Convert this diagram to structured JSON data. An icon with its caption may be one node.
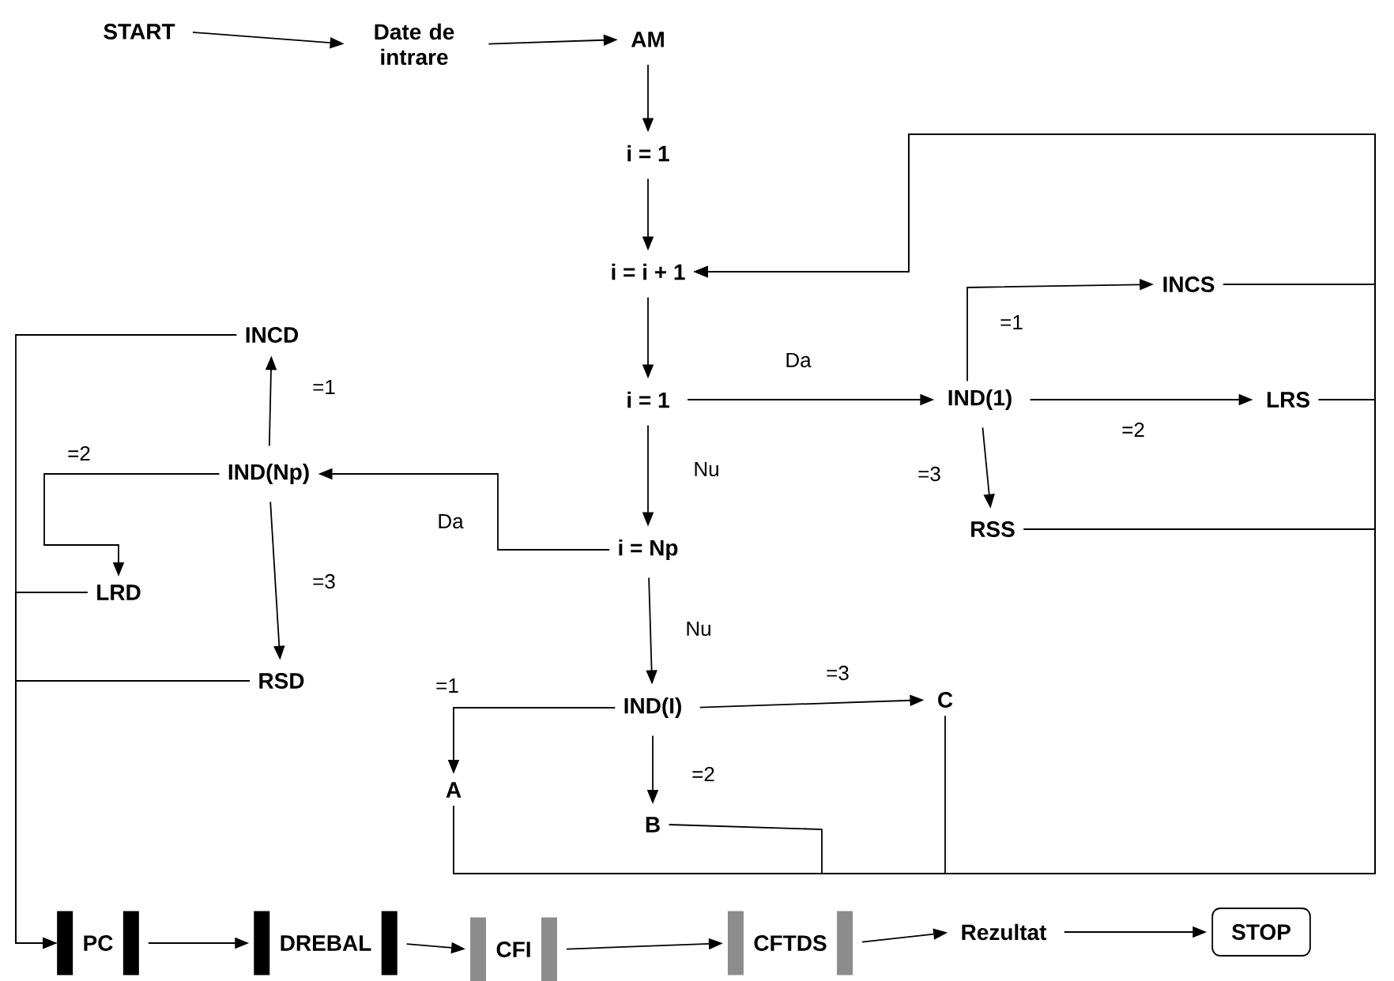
{
  "diagram": {
    "nodes": [
      {
        "text": [
          "START"
        ]
      },
      {
        "text": [
          "Date de intrare"
        ]
      },
      {
        "text": [
          "AM"
        ]
      },
      {
        "text": [
          "i = 1"
        ]
      },
      {
        "text": [
          "i = i + 1"
        ]
      },
      {
        "text": [
          "INCD"
        ]
      },
      {
        "text": [
          "i = 1"
        ]
      },
      {
        "text": [
          "IND(1)"
        ]
      },
      {
        "text": [
          "INCS"
        ]
      },
      {
        "text": [
          "LRS"
        ]
      },
      {
        "text": [
          "IND(Np)"
        ]
      },
      {
        "text": [
          "RSS"
        ]
      },
      {
        "text": [
          "i = Np"
        ]
      },
      {
        "text": [
          "LRD"
        ]
      },
      {
        "text": [
          "RSD"
        ]
      },
      {
        "text": [
          "IND(I)"
        ]
      },
      {
        "text": [
          "C"
        ]
      },
      {
        "text": [
          "A"
        ]
      },
      {
        "text": [
          "B"
        ]
      },
      {
        "text": [
          "PC"
        ]
      },
      {
        "text": [
          "DREBAL"
        ]
      },
      {
        "text": [
          "CFI"
        ]
      },
      {
        "text": [
          "CFTDS"
        ]
      },
      {
        "text": [
          "Rezultat"
        ]
      },
      {
        "text": [
          "STOP"
        ]
      }
    ],
    "edges": [
      {
        "from": 0,
        "to": 1,
        "arrow": "to"
      },
      {
        "from": 1,
        "to": 2,
        "arrow": "to"
      },
      {
        "from": 2,
        "to": 3,
        "arrow": "to"
      },
      {
        "from": 3,
        "to": 4,
        "arrow": "to"
      },
      {
        "from": 4,
        "to": 6,
        "arrow": "to"
      },
      {
        "from": 6,
        "to": 7,
        "arrow": "to",
        "label": "Da"
      },
      {
        "from": 6,
        "to": 12,
        "arrow": "to",
        "label": "Nu"
      },
      {
        "from": 12,
        "to": 10,
        "arrow": "to",
        "label": "Da"
      },
      {
        "from": 12,
        "to": 15,
        "arrow": "to",
        "label": "Nu"
      },
      {
        "from": 15,
        "to": 17,
        "arrow": "to",
        "label": "=1"
      },
      {
        "from": 15,
        "to": 18,
        "arrow": "to",
        "label": "=2"
      },
      {
        "from": 15,
        "to": 16,
        "arrow": "to",
        "label": "=3"
      },
      {
        "from": 10,
        "to": 5,
        "arrow": "to",
        "label": "=1"
      },
      {
        "from": 10,
        "to": 13,
        "arrow": "to",
        "label": "=2"
      },
      {
        "from": 10,
        "to": 14,
        "arrow": "to",
        "label": "=3"
      },
      {
        "from": 7,
        "to": 8,
        "arrow": "to",
        "label": "=1"
      },
      {
        "from": 7,
        "to": 9,
        "arrow": "to",
        "label": "=2"
      },
      {
        "from": 7,
        "to": 11,
        "arrow": "to",
        "label": "=3"
      },
      {
        "from": 8,
        "to": 4,
        "arrow": "to"
      },
      {
        "from": 9,
        "to": 4,
        "arrow": "to"
      },
      {
        "from": 11,
        "to": 4,
        "arrow": "to"
      },
      {
        "from": 17,
        "to": 4,
        "arrow": "to"
      },
      {
        "from": 18,
        "to": 4,
        "arrow": "to"
      },
      {
        "from": 16,
        "to": 4,
        "arrow": "to"
      },
      {
        "from": 5,
        "to": 19,
        "arrow": "to"
      },
      {
        "from": 13,
        "to": 19,
        "arrow": "to"
      },
      {
        "from": 14,
        "to": 19,
        "arrow": "to"
      },
      {
        "from": 19,
        "to": 20,
        "arrow": "to"
      },
      {
        "from": 20,
        "to": 21,
        "arrow": "to"
      },
      {
        "from": 21,
        "to": 22,
        "arrow": "to"
      },
      {
        "from": 22,
        "to": 23,
        "arrow": "to"
      },
      {
        "from": 23,
        "to": 24,
        "arrow": "to"
      }
    ]
  }
}
